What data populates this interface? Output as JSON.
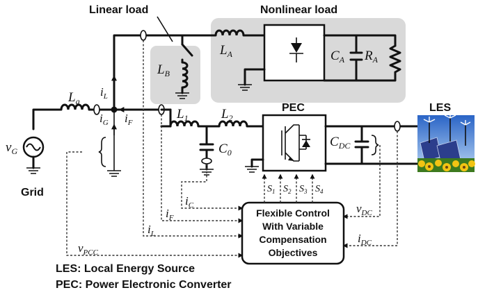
{
  "labels": {
    "linear_load": "Linear load",
    "nonlinear_load": "Nonlinear load",
    "pec": "PEC",
    "les": "LES",
    "grid": "Grid",
    "control_line1": "Flexible Control",
    "control_line2": "With Variable",
    "control_line3": "Compensation",
    "control_line4": "Objectives"
  },
  "symbols": {
    "LA": {
      "main": "L",
      "sub": "A"
    },
    "LB": {
      "main": "L",
      "sub": "B"
    },
    "Lg": {
      "main": "L",
      "sub": "g"
    },
    "L1": {
      "main": "L",
      "sub": "1"
    },
    "L2": {
      "main": "L",
      "sub": "2"
    },
    "C0": {
      "main": "C",
      "sub": "0"
    },
    "CA": {
      "main": "C",
      "sub": "A"
    },
    "RA": {
      "main": "R",
      "sub": "A"
    },
    "CDC": {
      "main": "C",
      "sub": "DC"
    },
    "vG": {
      "main": "v",
      "sub": "G"
    },
    "iL_top": {
      "main": "i",
      "sub": "L"
    },
    "iG": {
      "main": "i",
      "sub": "G"
    },
    "iF_top": {
      "main": "i",
      "sub": "F"
    },
    "iC": {
      "main": "i",
      "sub": "C"
    },
    "iF": {
      "main": "i",
      "sub": "F"
    },
    "iL": {
      "main": "i",
      "sub": "L"
    },
    "vPCC": {
      "main": "v",
      "sub": "PCC"
    },
    "vDC": {
      "main": "v",
      "sub": "DC"
    },
    "iDC": {
      "main": "i",
      "sub": "DC"
    }
  },
  "switch_signals": [
    {
      "main": "S",
      "sub": "1"
    },
    {
      "main": "S",
      "sub": "2"
    },
    {
      "main": "S",
      "sub": "3"
    },
    {
      "main": "S",
      "sub": "4"
    }
  ],
  "legend": {
    "les_def": "LES: Local Energy Source",
    "pec_def": "PEC: Power Electronic Converter"
  },
  "colors": {
    "wire": "#111111",
    "load_box": "#d9d9d9",
    "sky_top": "#2a64c6",
    "sky_bottom": "#bcd8f5",
    "panel": "#2c3e8c",
    "sunflower": "#f2c413"
  }
}
